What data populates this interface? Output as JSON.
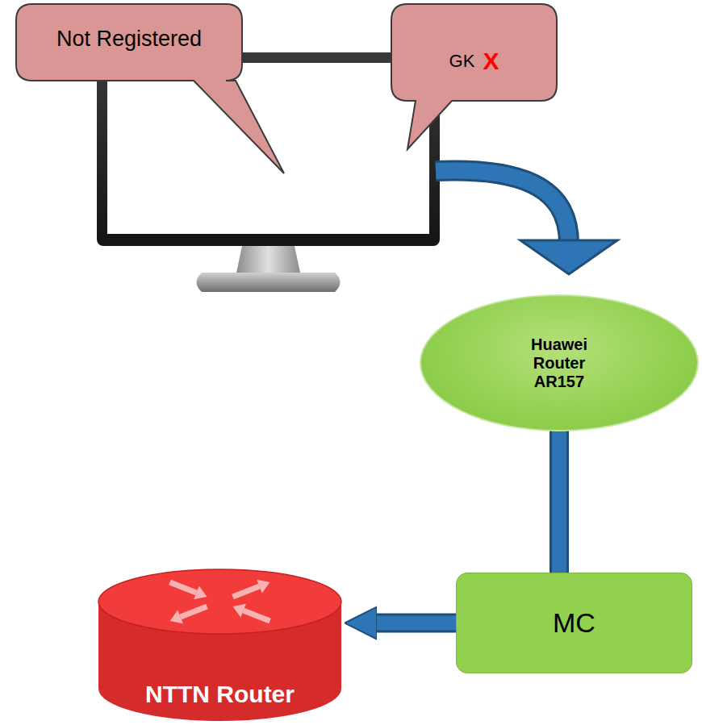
{
  "diagram": {
    "nodes": [
      {
        "text": [
          "Not Registered"
        ]
      },
      {
        "text": [
          "GK",
          "X"
        ]
      },
      {
        "text": [
          "Huawei Router AR157"
        ]
      },
      {
        "text": [
          "MC"
        ]
      },
      {
        "text": [
          "NTTN Router"
        ]
      }
    ],
    "edges": [
      {
        "from": 2,
        "to": 3,
        "arrow": "none"
      },
      {
        "from": 3,
        "to": 4,
        "arrow": "to"
      }
    ]
  }
}
